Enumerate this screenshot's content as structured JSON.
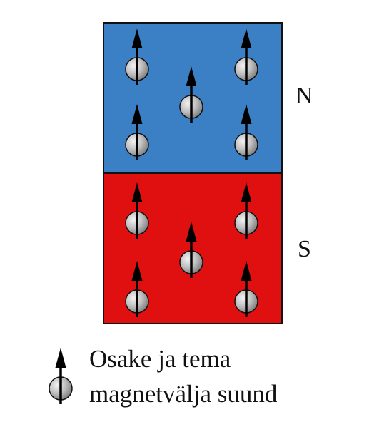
{
  "magnet": {
    "north_label": "N",
    "south_label": "S",
    "north_color": "#3b7fc4",
    "south_color": "#e01010"
  },
  "particle": {
    "fill_light": "#f2f2f2",
    "fill_dark": "#7d7d7d",
    "arrow_color": "#000000",
    "arrow_direction": "up"
  },
  "legend": {
    "line1": "Osake ja tema",
    "line2": "magnetvälja suund"
  }
}
